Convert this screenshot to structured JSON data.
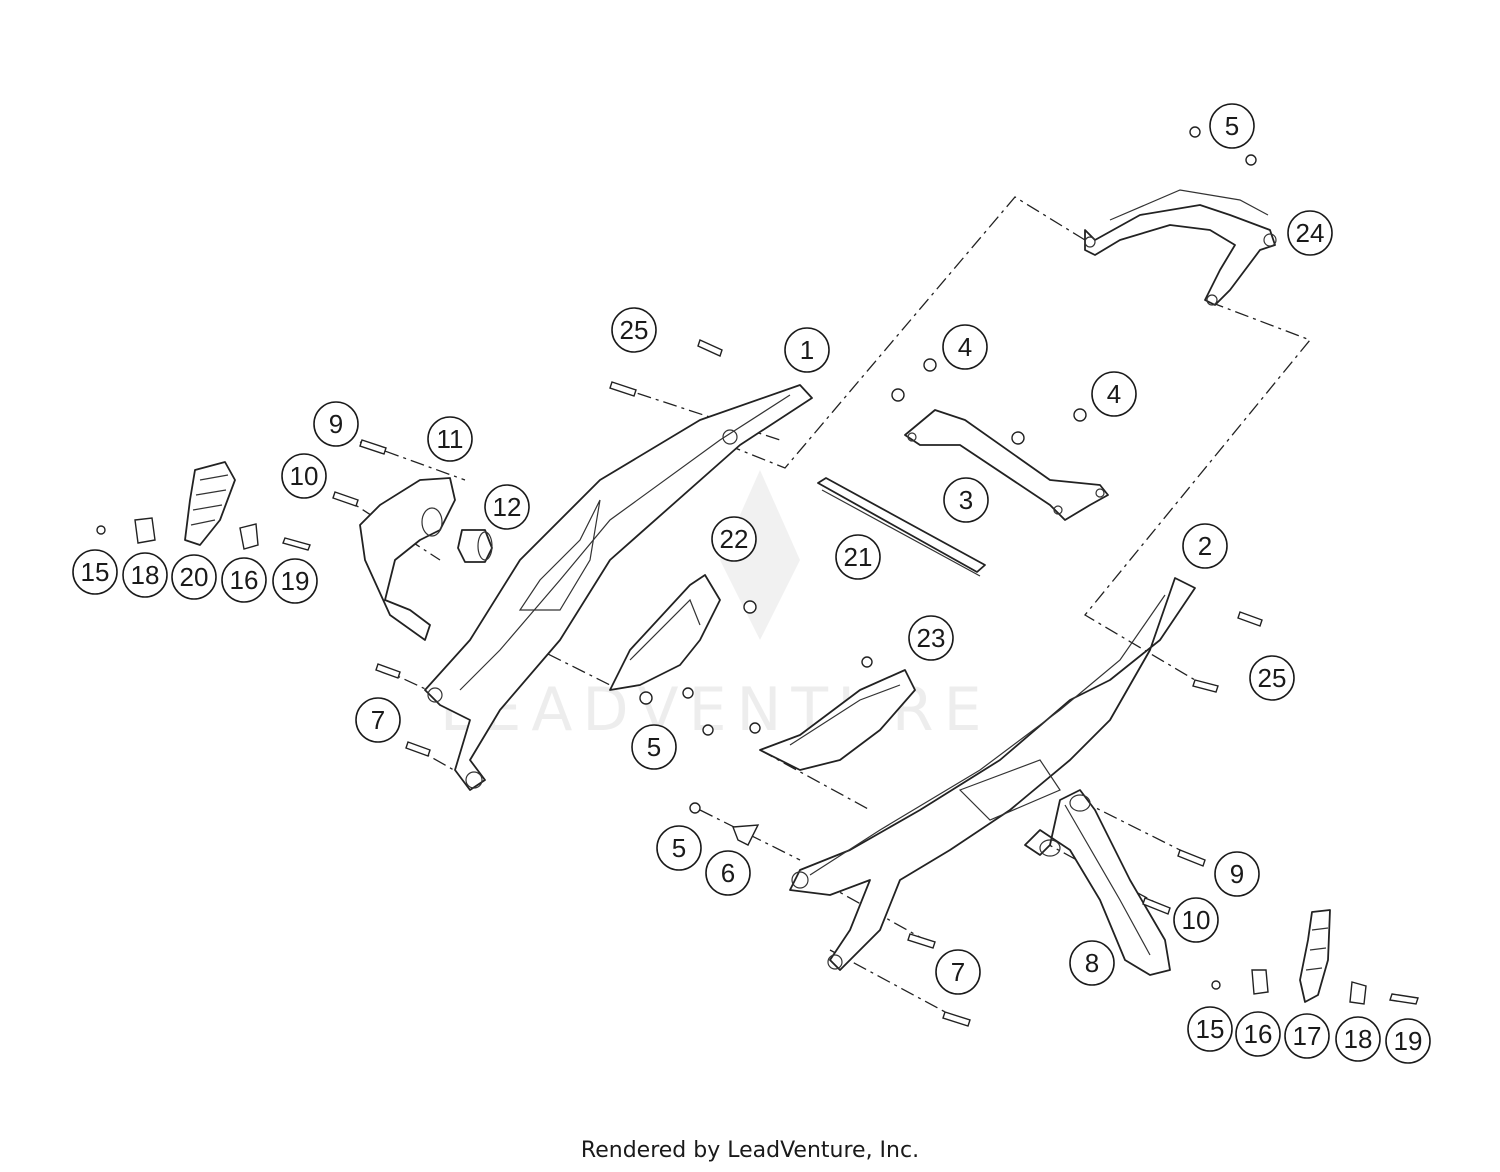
{
  "footer_text": "Rendered by LeadVenture, Inc.",
  "watermark_text": "LEADVENTURE",
  "callouts": [
    "5",
    "24",
    "25",
    "1",
    "4",
    "4",
    "9",
    "11",
    "10",
    "12",
    "3",
    "21",
    "22",
    "15",
    "18",
    "20",
    "16",
    "19",
    "2",
    "25",
    "23",
    "7",
    "5",
    "5",
    "6",
    "9",
    "10",
    "7",
    "8",
    "15",
    "16",
    "17",
    "18",
    "19"
  ]
}
